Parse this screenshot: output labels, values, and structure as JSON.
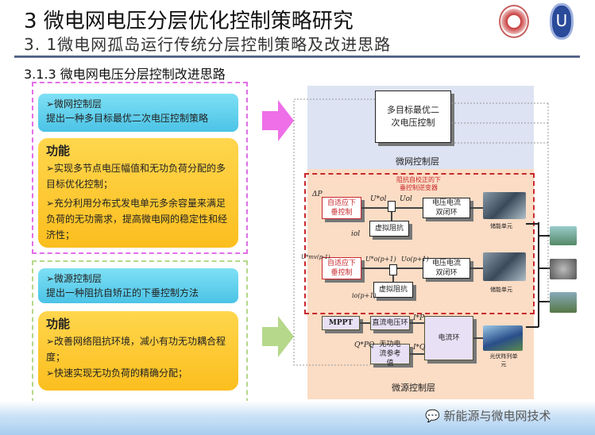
{
  "header": {
    "title": "3 微电网电压分层优化控制策略研究",
    "subtitle": "3. 1微电网孤岛运行传统分层控制策略及改进思路",
    "section": "3.1.3 微电网电压分层控制改进思路"
  },
  "left": {
    "microgrid": {
      "title": "➢微网控制层",
      "desc": "提出一种多目标最优二次电压控制策略",
      "func_title": "功能",
      "items": [
        "➢实现多节点电压幅值和无功负荷分配的多目标优化控制；",
        "➢充分利用分布式发电单元多余容量来满足负荷的无功需求，提高微电网的稳定性和经济性；"
      ]
    },
    "microsource": {
      "title": "➢微源控制层",
      "desc": "提出一种阻抗自矫正的下垂控制方法",
      "func_title": "功能",
      "items": [
        "➢改善网络阻抗环境，减小有功无功耦合程度；",
        "➢快速实现无功负荷的精确分配；"
      ]
    }
  },
  "diagram": {
    "top_block": "多目标最优二次电压控制",
    "microgrid_layer": "微网控制层",
    "droop_title": "阻抗自校正的下垂控制逆变器",
    "adaptive_droop": "自适应下垂控制",
    "virtual_impedance": "虚拟阻抗",
    "vc_loop": "电压电流双闭环",
    "storage": "储能单元",
    "mppt": "MPPT",
    "dc_loop": "直流电压环",
    "reactive_ref": "无功电流参考值",
    "current_loop": "电流环",
    "pv": "光伏阵列单元",
    "microsource_layer": "微源控制层",
    "signals": {
      "dp": "ΔP",
      "uol": "U*ol",
      "uol2": "Uol",
      "iol": "iol",
      "um": "U*mv(p-1)",
      "uo2": "U*o(p+1)",
      "uo3": "Uo(p+1)",
      "io2": "io(p+1)",
      "ip": "I*P",
      "iq": "I*Q",
      "qpq": "Q*PQ"
    }
  },
  "footer": {
    "wechat": "新能源与微电网技术"
  }
}
